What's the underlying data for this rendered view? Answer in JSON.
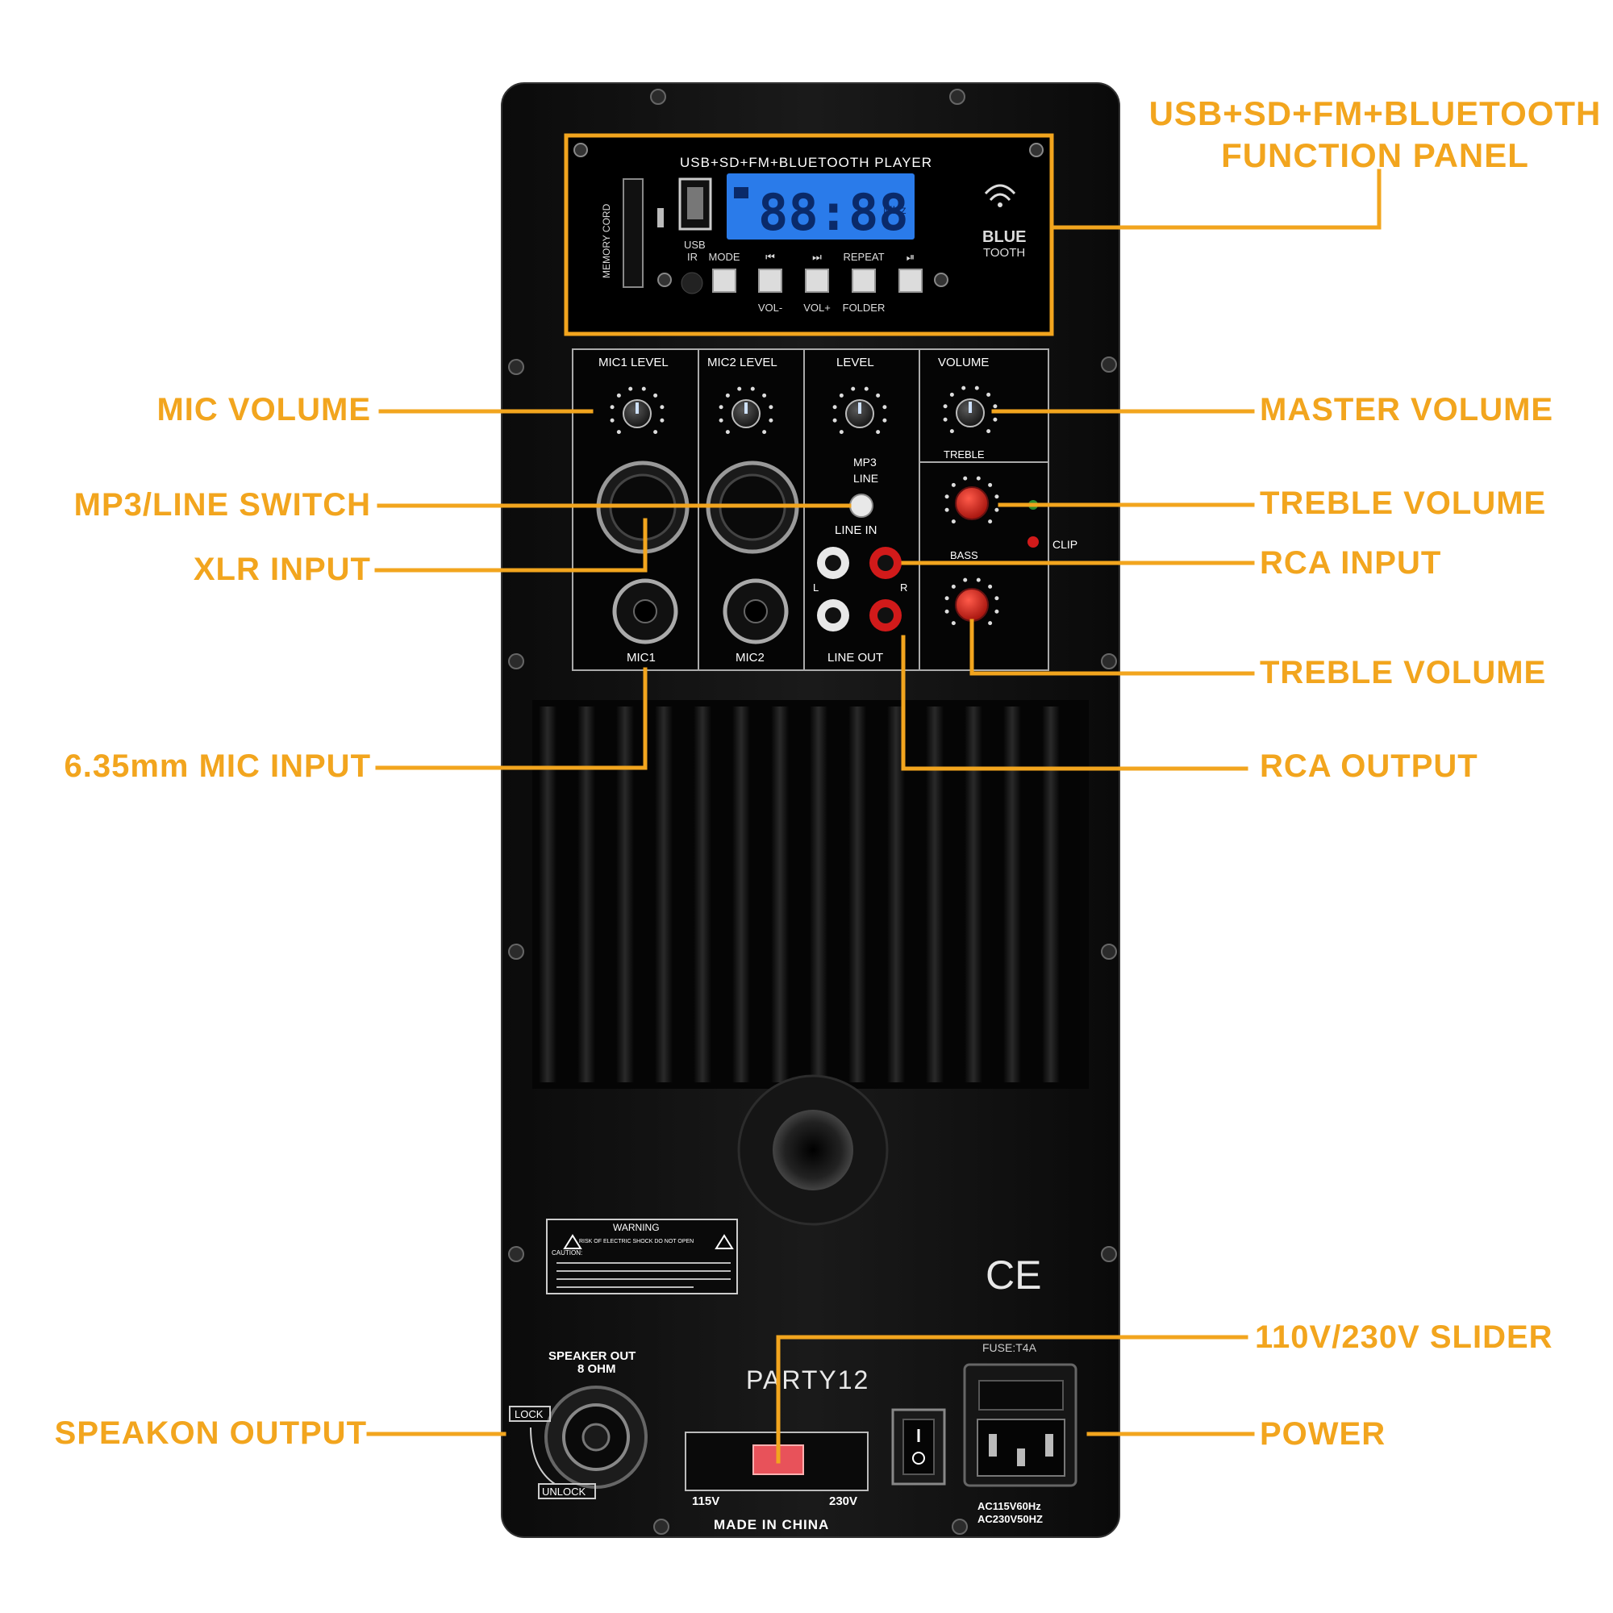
{
  "accent_color": "#f2a51e",
  "callouts": {
    "function_panel_line1": "USB+SD+FM+BLUETOOTH",
    "function_panel_line2": "FUNCTION PANEL",
    "mic_volume": "MIC VOLUME",
    "mp3_line_switch": "MP3/LINE SWITCH",
    "xlr_input": "XLR INPUT",
    "mic_input_635": "6.35mm MIC INPUT",
    "master_volume": "MASTER VOLUME",
    "treble_volume_1": "TREBLE VOLUME",
    "rca_input": "RCA INPUT",
    "treble_volume_2": "TREBLE VOLUME",
    "rca_output": "RCA OUTPUT",
    "voltage_slider": "110V/230V SLIDER",
    "speakon_output": "SPEAKON OUTPUT",
    "power": "POWER"
  },
  "player": {
    "title": "USB+SD+FM+BLUETOOTH PLAYER",
    "memory_card": "MEMORY CORD",
    "usb": "USB",
    "ir": "IR",
    "lcd_digits": "88:88",
    "lcd_unit": "MHz",
    "bluetooth_line1": "BLUE",
    "bluetooth_line2": "TOOTH",
    "button_labels_top": [
      "MODE",
      "⏮",
      "⏭",
      "REPEAT",
      "⏯"
    ],
    "button_labels_bottom": [
      "VOL-",
      "VOL+",
      "FOLDER"
    ]
  },
  "mixer": {
    "mic1_level": "MIC1 LEVEL",
    "mic2_level": "MIC2 LEVEL",
    "level": "LEVEL",
    "volume": "VOLUME",
    "treble": "TREBLE",
    "bass": "BASS",
    "clip": "CLIP",
    "mp3": "MP3",
    "line": "LINE",
    "line_in": "LINE IN",
    "line_out": "LINE OUT",
    "mic1": "MIC1",
    "mic2": "MIC2",
    "left": "L",
    "right": "R"
  },
  "bottom": {
    "warning_title": "WARNING",
    "warning_line": "RISK OF ELECTRIC SHOCK DO NOT OPEN",
    "caution": "CAUTION:",
    "ce_mark": "CE",
    "speaker_out_line1": "SPEAKER OUT",
    "speaker_out_line2": "8 OHM",
    "lock": "LOCK",
    "unlock": "UNLOCK",
    "model": "PARTY12",
    "fuse": "FUSE:T4A",
    "v115": "115V",
    "v230": "230V",
    "made_in": "MADE IN CHINA",
    "ac_line1": "AC115V60Hz",
    "ac_line2": "AC230V50HZ"
  }
}
